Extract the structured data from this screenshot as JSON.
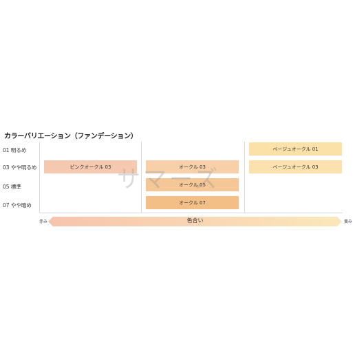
{
  "title": "カラーバリエーション（ファンデーション）",
  "rows": [
    {
      "label": "01 明るめ"
    },
    {
      "label": "03 やや明るめ"
    },
    {
      "label": "05 標準"
    },
    {
      "label": "07 やや暗め"
    }
  ],
  "swatches": [
    {
      "label": "ピンクオークル 03",
      "color": "#f5c9b0"
    },
    {
      "label": "オークル 03",
      "color": "#f7cfa8"
    },
    {
      "label": "オークル 05",
      "color": "#f5c796"
    },
    {
      "label": "オークル 07",
      "color": "#f3bf86"
    },
    {
      "label": "ベージュオークル 01",
      "color": "#fbe0a8"
    },
    {
      "label": "ベージュオークル 03",
      "color": "#fbe1ad"
    }
  ],
  "axis": {
    "label": "色合い",
    "left": "赤み",
    "right": "黄み",
    "color_left": "#f6c4ad",
    "color_right": "#fbe7bb"
  },
  "watermark": "サマーズ"
}
